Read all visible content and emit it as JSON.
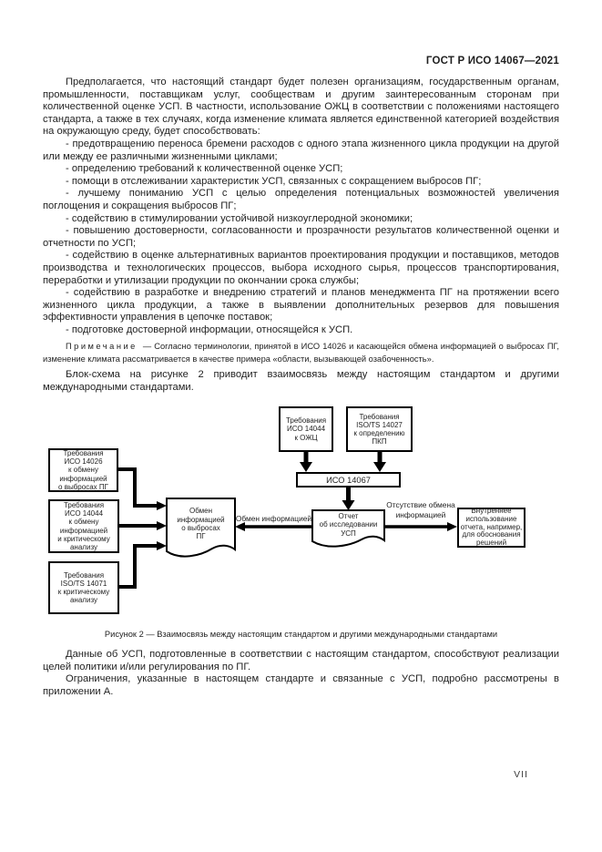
{
  "page": {
    "header": "ГОСТ Р ИСО 14067—2021",
    "page_number": "VII"
  },
  "content": {
    "intro": "Предполагается, что настоящий стандарт будет полезен организациям, государственным органам, промышленности, поставщикам услуг, сообществам и другим заинтересованным сторонам при количественной оценке УСП. В частности, использование ОЖЦ в соответствии с положениями настоящего стандарта, а также в тех случаях, когда изменение климата является единственной категорией воздействия на окружающую среду, будет способствовать:",
    "bullets": [
      "- предотвращению переноса бремени расходов с одного этапа жизненного цикла продукции на другой или между ее различными жизненными циклами;",
      "- определению требований к количественной оценке УСП;",
      "- помощи в отслеживании характеристик УСП, связанных с сокращением выбросов ПГ;",
      "- лучшему пониманию УСП с целью определения потенциальных возможностей увеличения поглощения и сокращения выбросов ПГ;",
      "- содействию в стимулировании устойчивой низкоуглеродной экономики;",
      "- повышению достоверности, согласованности и прозрачности результатов количественной оценки и отчетности по УСП;",
      "- содействию в оценке альтернативных вариантов проектирования продукции и поставщиков, методов производства и технологических процессов, выбора исходного сырья, процессов транспортирования, переработки и утилизации продукции по окончании срока службы;",
      "- содействию в разработке и внедрению стратегий и планов менеджмента ПГ на протяжении всего жизненного цикла продукции, а также в выявлении дополнительных резервов для повышения эффективности управления в цепочке поставок;",
      "- подготовке достоверной информации, относящейся к УСП."
    ],
    "note_label": "Примечание",
    "note_text": "— Согласно терминологии, принятой в ИСО 14026 и касающейся обмена информацией о выбросах ПГ, изменение климата рассматривается в качестве примера «области, вызывающей озабоченность».",
    "flow_intro": "Блок-схема на рисунке 2 приводит взаимосвязь между настоящим стандартом и другими международными стандартами.",
    "after1": "Данные об УСП, подготовленные в соответствии с настоящим стандартом, способствуют реализации целей политики и/или регулирования по ПГ.",
    "after2": "Ограничения, указанные в настоящем стандарте и связанные с УСП, подробно рассмотрены в приложении А."
  },
  "figure": {
    "caption": "Рисунок 2 — Взаимосвязь между настоящим стандартом и другими международными стандартами",
    "nodes": {
      "iso14044_lca": "Требования\nИСО 14044\nк ОЖЦ",
      "isots14027": "Требования\nISO/TS 14027\nк определению\nПКП",
      "iso14067": "ИСО 14067",
      "iso14026": "Требования\nИСО 14026\nк обмену\nинформацией\nо выбросах ПГ",
      "iso14044_review": "Требования\nИСО 14044\nк обмену\nинформацией\nи критическому\nанализу",
      "isots14071": "Требования\nISO/TS 14071\nк критическому\nанализу",
      "ghg_communication": "Обмен\nинформацией\nо выбросах\nПГ",
      "cfp_report": "Отчет\nоб исследовании\nУСП",
      "internal_use": "Внутреннее\nиспользование\nотчета, например,\nдля обоснования\nрешений"
    },
    "edge_labels": {
      "communication": "Обмен информацией",
      "no_communication": "Отсутствие обмена\nинформацией"
    }
  }
}
